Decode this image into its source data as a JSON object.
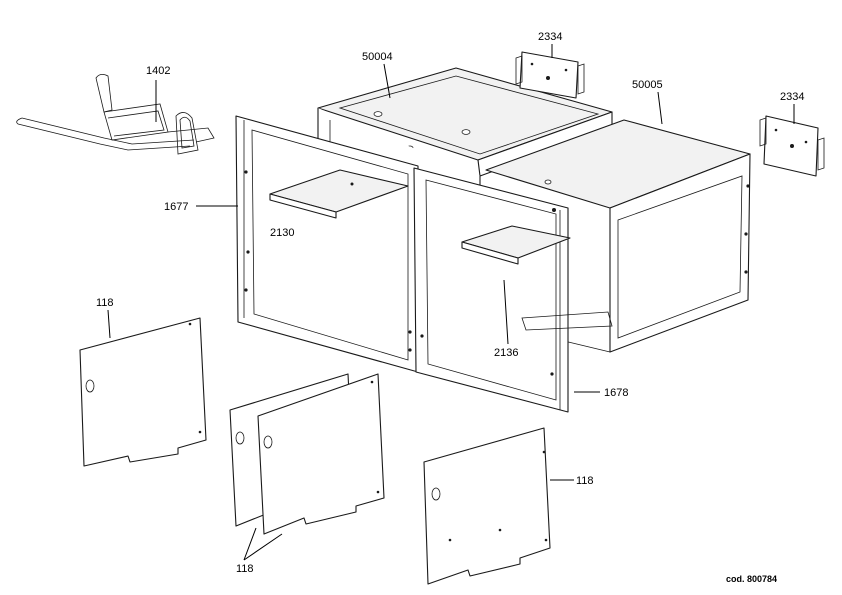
{
  "callouts": {
    "c1402": "1402",
    "c50004": "50004",
    "c2334_top": "2334",
    "c50005": "50005",
    "c2334_right": "2334",
    "c1677": "1677",
    "c2130": "2130",
    "c118_left": "118",
    "c2136": "2136",
    "c1678": "1678",
    "c118_right": "118",
    "c118_bottom": "118"
  },
  "footer": {
    "code": "cod. 800784"
  }
}
